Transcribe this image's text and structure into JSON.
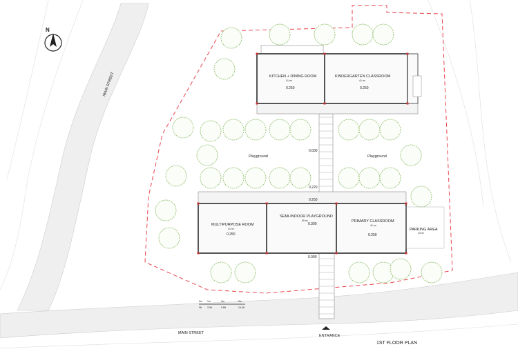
{
  "title": "1ST FLOOR PLAN",
  "streets": {
    "left": "MAIN STREET",
    "bottom": "MAIN STREET"
  },
  "entrance": "ENTRANCE",
  "north": "N",
  "rooms": [
    {
      "name": "KITCHEN + DINING ROOM",
      "area": "41 m²",
      "level": "0.250"
    },
    {
      "name": "KINDERGARTEN CLASSROOM",
      "area": "41 m²",
      "level": "0.250"
    },
    {
      "name": "MULTIPURPOSE ROOM",
      "area": "41 m²",
      "level": "0.250"
    },
    {
      "name": "SEMI-INDOOR PLAYGROUND",
      "area": "55 m²",
      "level": "0.300"
    },
    {
      "name": "PRIMARY CLASSROOM",
      "area": "41 m²",
      "level": "0.250"
    },
    {
      "name": "PARKING AREA",
      "area": "23 m²"
    }
  ],
  "playground": [
    "Playground",
    "Playground"
  ],
  "levels": {
    "playground": "0.000",
    "terrace": "0.220",
    "porch": "0.250",
    "entry": "0.000"
  },
  "scale": {
    "metric": [
      "0m",
      "1m",
      "3m",
      "5m"
    ],
    "imperial": [
      "0ft",
      "3.3ft",
      "9.8ft",
      "16.4ft"
    ]
  },
  "colors": {
    "boundary": "#e8434b",
    "trees": "#8fbf6a",
    "street": "#efefef",
    "walls": "#555555"
  }
}
